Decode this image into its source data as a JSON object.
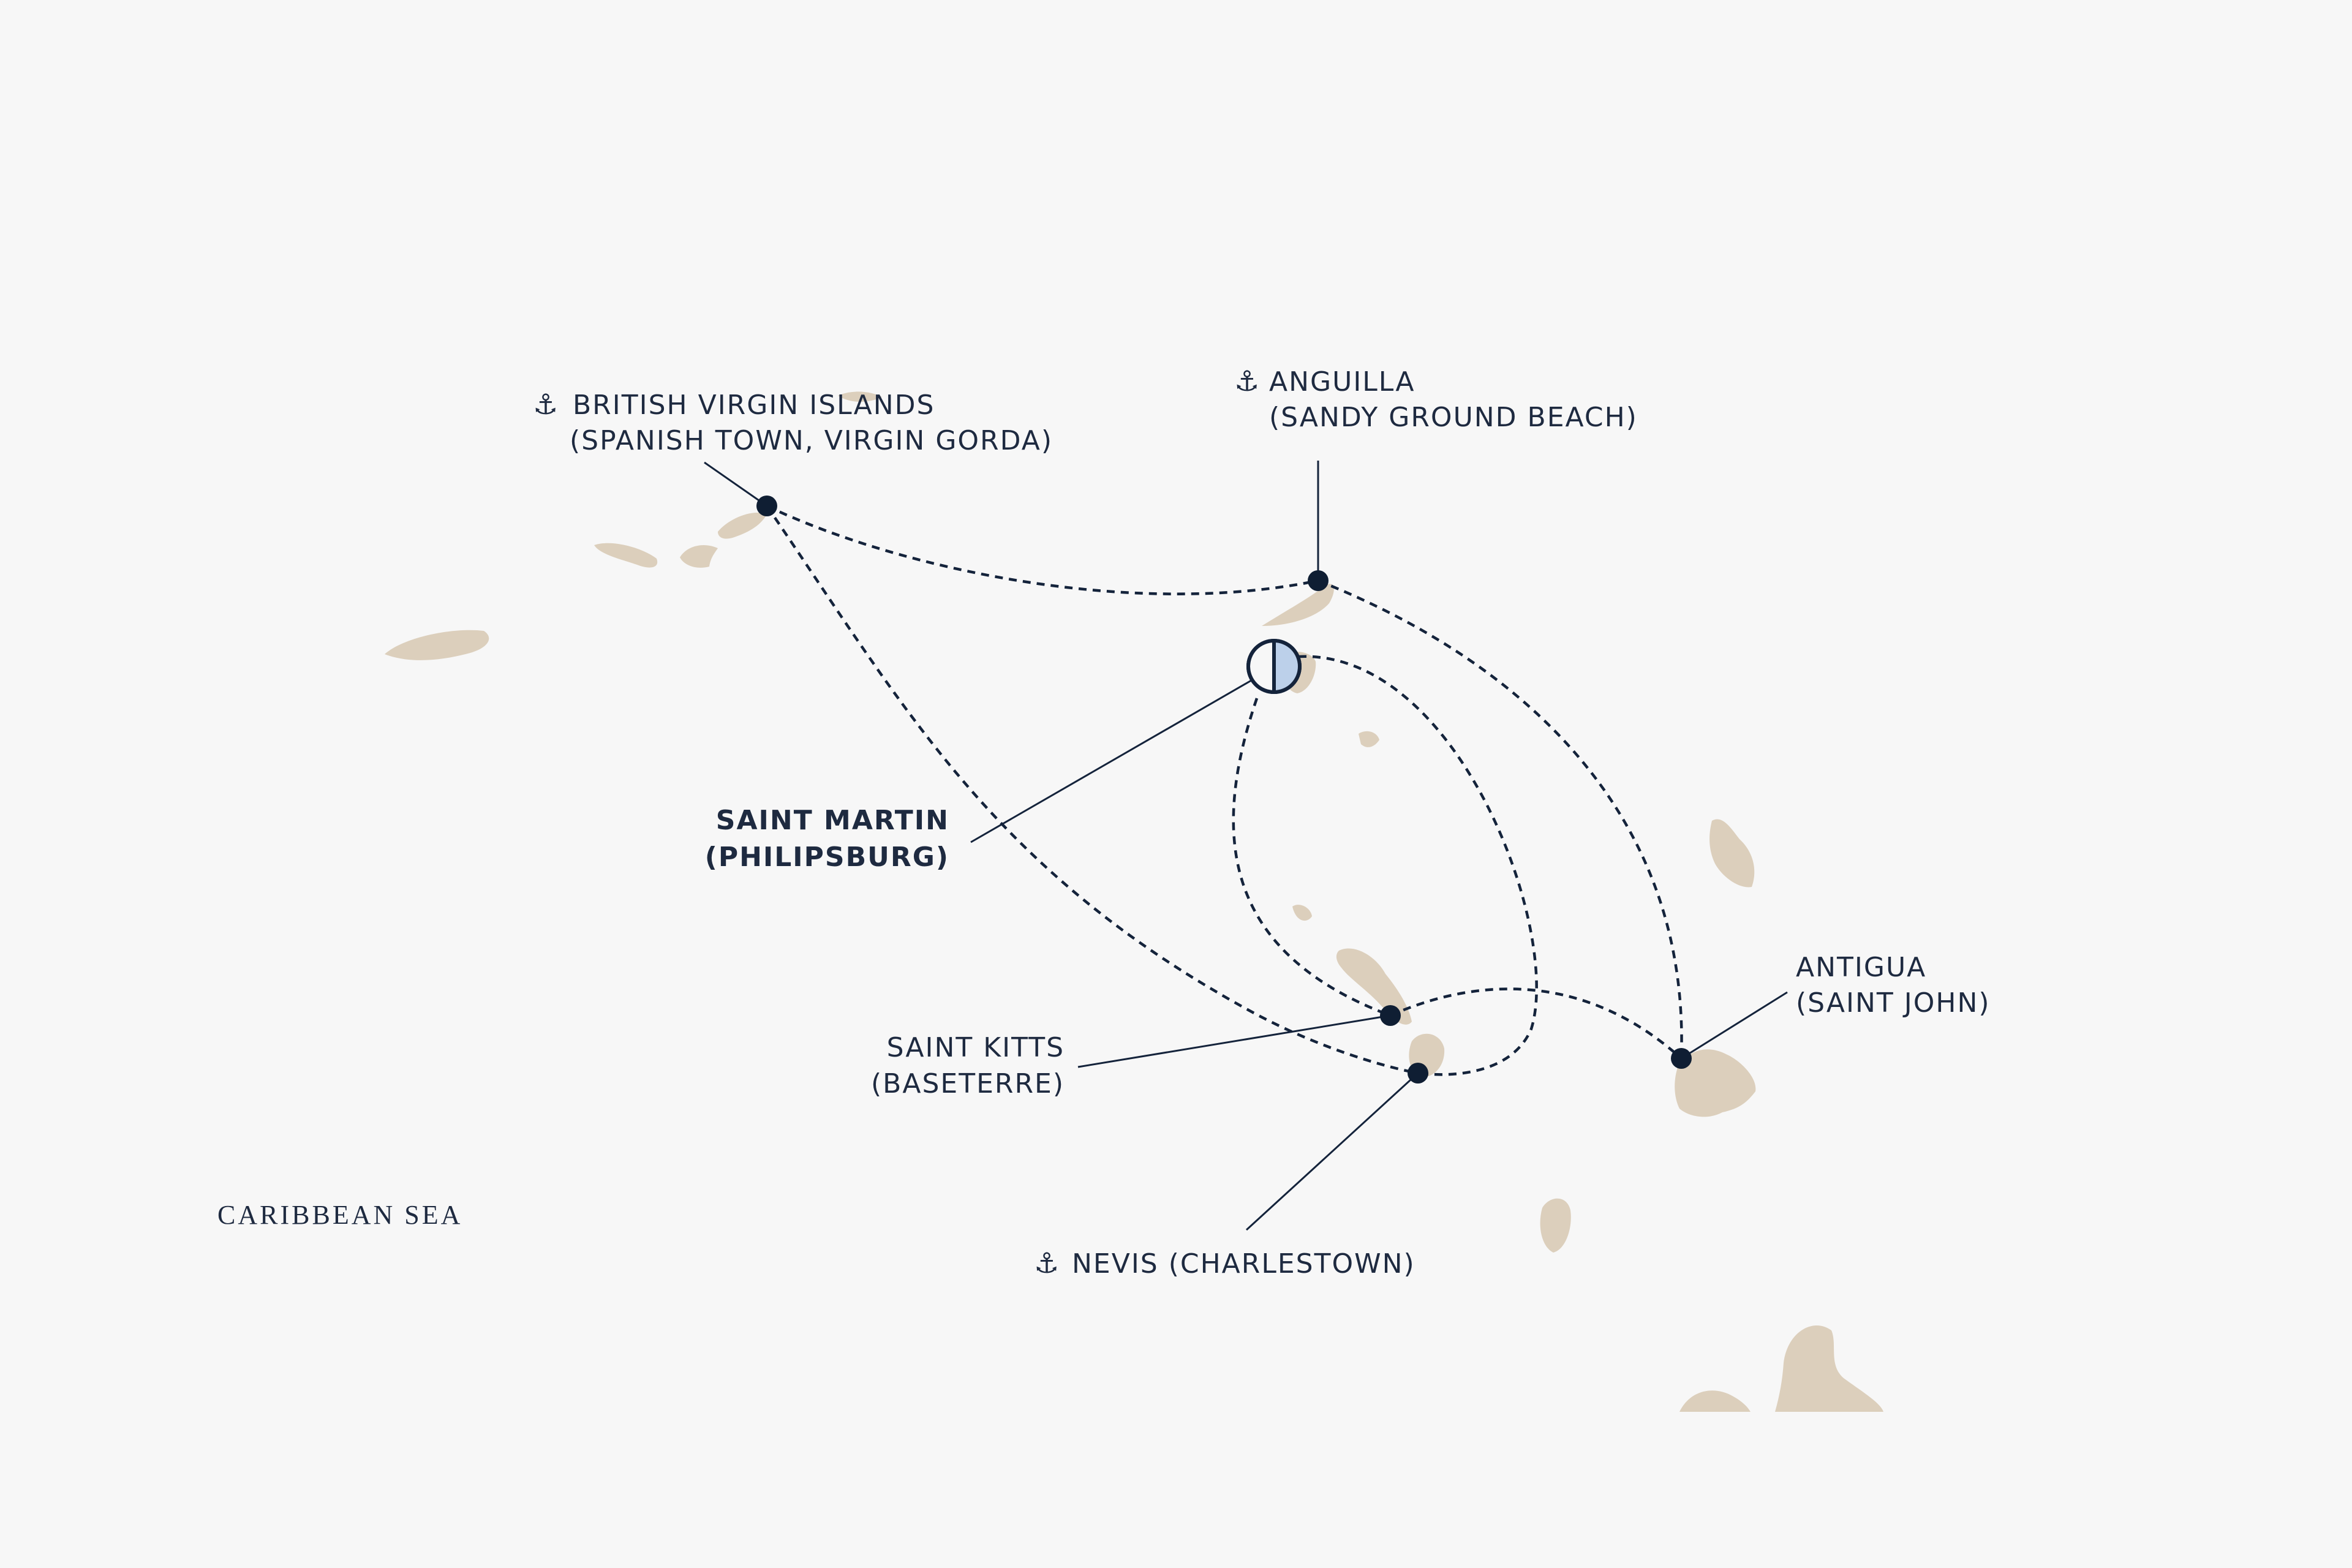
{
  "sea_label": "CARIBBEAN SEA",
  "icons": {
    "anchor": "anchor-icon",
    "embark": "half-circle-embarkation-icon"
  },
  "colors": {
    "background": "#f7f7f7",
    "land": "#dccfbc",
    "ink": "#14233b",
    "embark_fill": "#bcd0ea"
  },
  "ports": [
    {
      "id": "bvi",
      "line1": "BRITISH VIRGIN ISLANDS",
      "line2": "(SPANISH TOWN, VIRGIN GORDA)",
      "anchor": true,
      "bold": false
    },
    {
      "id": "anguilla",
      "line1": "ANGUILLA",
      "line2": "(SANDY GROUND BEACH)",
      "anchor": true,
      "bold": false
    },
    {
      "id": "saint_martin",
      "line1": "SAINT MARTIN",
      "line2": "(PHILIPSBURG)",
      "anchor": false,
      "bold": true,
      "embarkation": true
    },
    {
      "id": "saint_kitts",
      "line1": "SAINT KITTS",
      "line2": "(BASETERRE)",
      "anchor": false,
      "bold": false
    },
    {
      "id": "nevis",
      "line1": "NEVIS (CHARLESTOWN)",
      "line2": "",
      "anchor": true,
      "bold": false
    },
    {
      "id": "antigua",
      "line1": "ANTIGUA",
      "line2": "(SAINT JOHN)",
      "anchor": false,
      "bold": false
    }
  ],
  "anchor_glyph": "⚓"
}
